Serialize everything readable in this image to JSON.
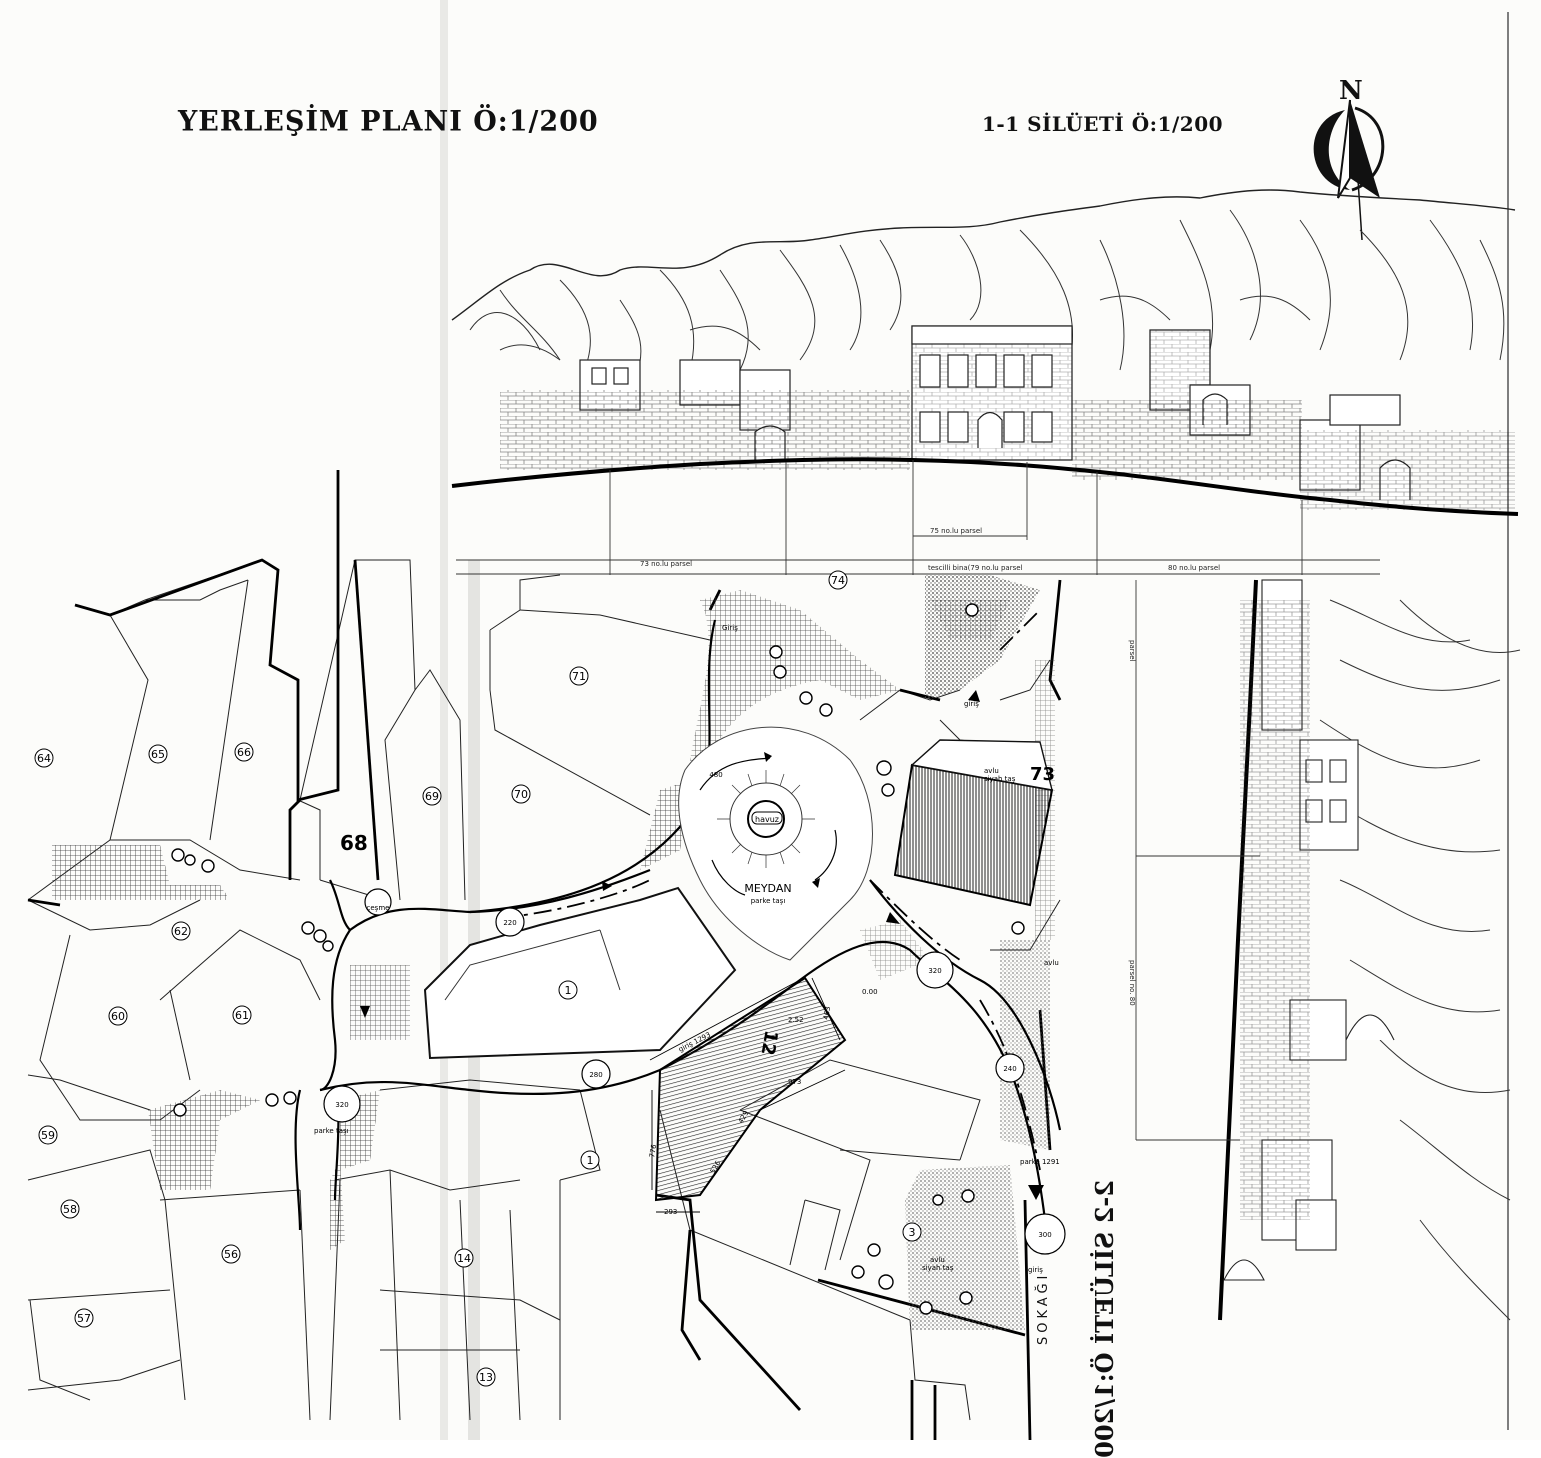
{
  "titles": {
    "plan": "YERLEŞİM PLANI Ö:1/200",
    "silhouette_1": "1-1 SİLÜETİ Ö:1/200",
    "silhouette_2": "2-2 SİLÜETİ Ö:1/200",
    "north": "N"
  },
  "street": "SOKAĞI",
  "square": {
    "name": "MEYDAN",
    "surface": "parke taşı",
    "fountain": "havuz",
    "radius_label": "480"
  },
  "parcels": [
    {
      "id": "64"
    },
    {
      "id": "65"
    },
    {
      "id": "66"
    },
    {
      "id": "69"
    },
    {
      "id": "70"
    },
    {
      "id": "71"
    },
    {
      "id": "62"
    },
    {
      "id": "60"
    },
    {
      "id": "61"
    },
    {
      "id": "59"
    },
    {
      "id": "58"
    },
    {
      "id": "56"
    },
    {
      "id": "57"
    },
    {
      "id": "1"
    },
    {
      "id": "14"
    },
    {
      "id": "13"
    },
    {
      "id": "3"
    },
    {
      "id": "74"
    },
    {
      "id": "1"
    }
  ],
  "bold_parcels": [
    "68",
    "73",
    "12"
  ],
  "elevation_marks": [
    "220",
    "280",
    "320",
    "320",
    "240",
    "300"
  ],
  "annotations": {
    "fountain_left": "çeşme",
    "paving": "parke taşı",
    "paving_2": "parke taşı",
    "courtyard_1": "avlu",
    "courtyard_1_sub": "siyah taş",
    "courtyard_2": "avlu",
    "courtyard_2_sub": "siyah taş",
    "courtyard_3": "avlu",
    "entrance": "giriş",
    "entrance_2": "giriş",
    "stairs": "Giriş",
    "level_000": "0.00",
    "level_252": "2.52",
    "dim_1293": "giriş 1293",
    "dim_973": "973",
    "dim_429": "429",
    "dim_526": "526",
    "dim_776": "776",
    "dim_293": "293",
    "dim_463": "463",
    "parke_1291": "parke 1291"
  },
  "section_labels": {
    "p73": "73 no.lu parsel",
    "p75": "75 no.lu parsel",
    "tescilli": "tescilli bina(79 no.lu parsel",
    "p80": "80 no.lu parsel",
    "v1": "parsel",
    "v2": "parsel no. 80"
  }
}
